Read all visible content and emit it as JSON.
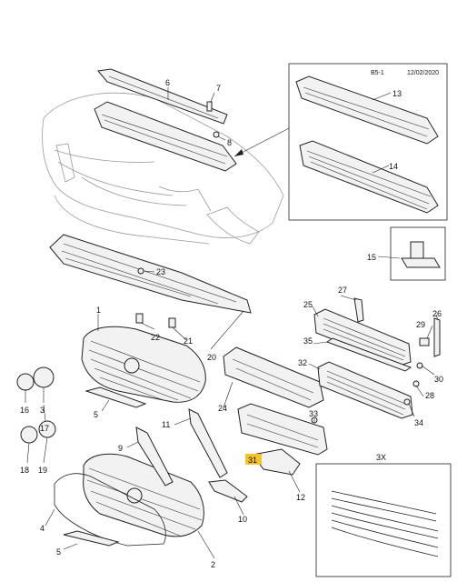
{
  "header": {
    "page_code": "B5-1",
    "date": "12/02/2020"
  },
  "detail_quantity": "3X",
  "callouts": [
    {
      "key": "c6",
      "label": "6"
    },
    {
      "key": "c7",
      "label": "7"
    },
    {
      "key": "c8",
      "label": "8"
    },
    {
      "key": "c13",
      "label": "13"
    },
    {
      "key": "c14",
      "label": "14"
    },
    {
      "key": "c15",
      "label": "15"
    },
    {
      "key": "c23",
      "label": "23"
    },
    {
      "key": "c1",
      "label": "1"
    },
    {
      "key": "c22",
      "label": "22"
    },
    {
      "key": "c21",
      "label": "21"
    },
    {
      "key": "c20",
      "label": "20"
    },
    {
      "key": "c27",
      "label": "27"
    },
    {
      "key": "c25",
      "label": "25"
    },
    {
      "key": "c26",
      "label": "26"
    },
    {
      "key": "c29",
      "label": "29"
    },
    {
      "key": "c35",
      "label": "35"
    },
    {
      "key": "c32",
      "label": "32"
    },
    {
      "key": "c30",
      "label": "30"
    },
    {
      "key": "c28",
      "label": "28"
    },
    {
      "key": "c24",
      "label": "24"
    },
    {
      "key": "c16",
      "label": "16"
    },
    {
      "key": "c3",
      "label": "3"
    },
    {
      "key": "c5a",
      "label": "5"
    },
    {
      "key": "c11",
      "label": "11"
    },
    {
      "key": "c17",
      "label": "17"
    },
    {
      "key": "c33",
      "label": "33"
    },
    {
      "key": "c34",
      "label": "34"
    },
    {
      "key": "c9",
      "label": "9"
    },
    {
      "key": "c18",
      "label": "18"
    },
    {
      "key": "c19",
      "label": "19"
    },
    {
      "key": "c31",
      "label": "31",
      "highlight": "#f2c230"
    },
    {
      "key": "c12",
      "label": "12"
    },
    {
      "key": "c10",
      "label": "10"
    },
    {
      "key": "c4",
      "label": "4"
    },
    {
      "key": "c2",
      "label": "2"
    },
    {
      "key": "c5b",
      "label": "5"
    }
  ]
}
